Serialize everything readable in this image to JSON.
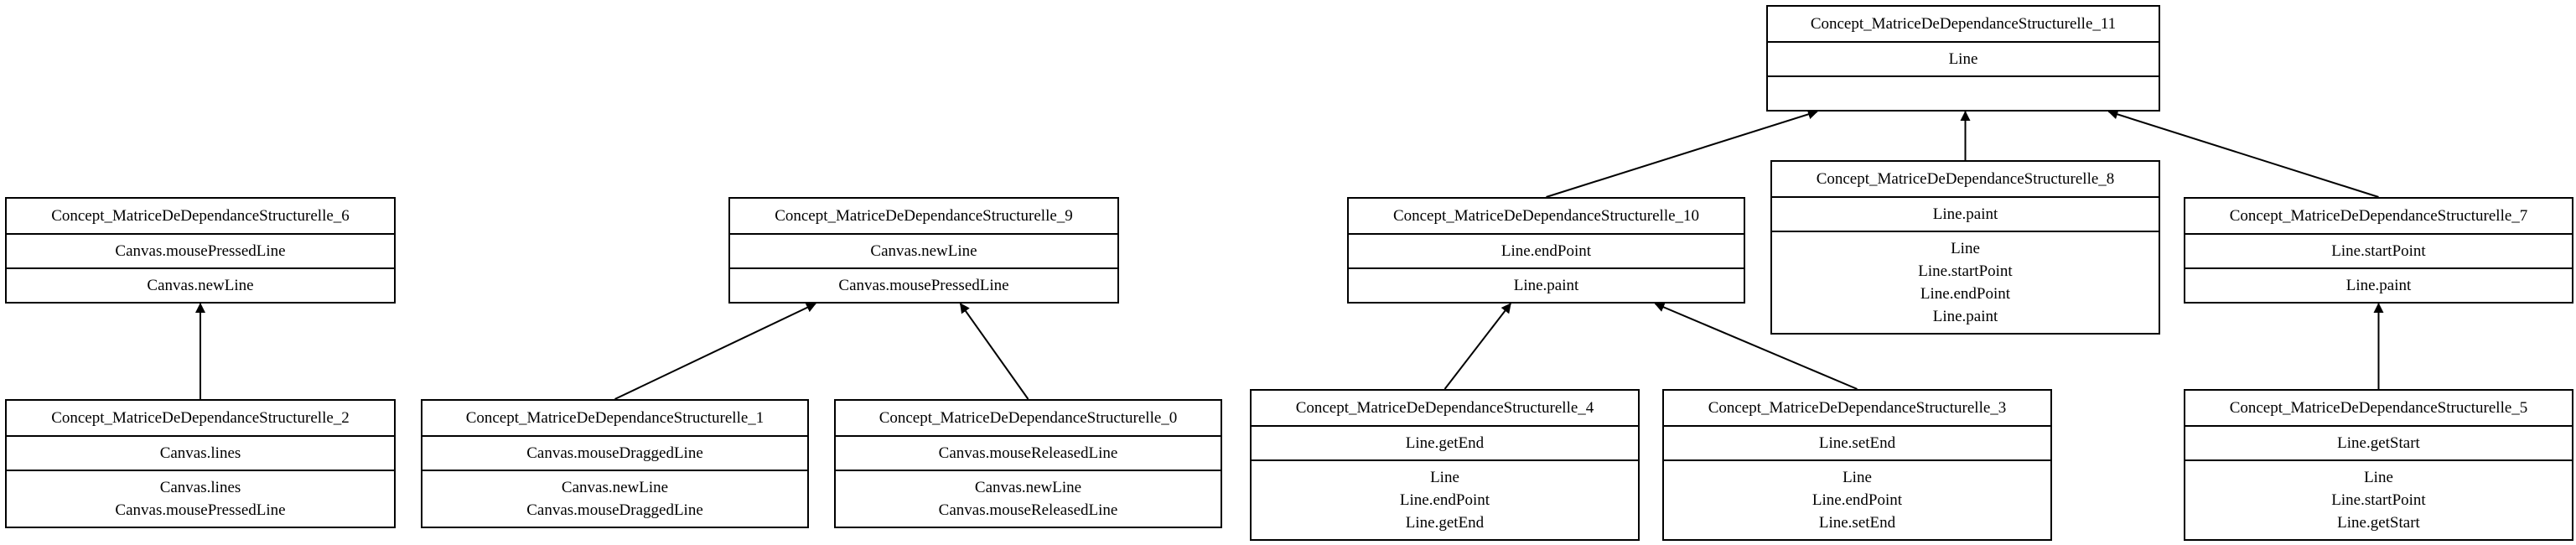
{
  "nodes": [
    {
      "id": "n11",
      "title": "Concept_MatriceDeDependanceStructurelle_11",
      "middle": [
        "Line"
      ],
      "bottom": []
    },
    {
      "id": "n6",
      "title": "Concept_MatriceDeDependanceStructurelle_6",
      "middle": [
        "Canvas.mousePressedLine"
      ],
      "bottom": [
        "Canvas.newLine"
      ]
    },
    {
      "id": "n9",
      "title": "Concept_MatriceDeDependanceStructurelle_9",
      "middle": [
        "Canvas.newLine"
      ],
      "bottom": [
        "Canvas.mousePressedLine"
      ]
    },
    {
      "id": "n10",
      "title": "Concept_MatriceDeDependanceStructurelle_10",
      "middle": [
        "Line.endPoint"
      ],
      "bottom": [
        "Line.paint"
      ]
    },
    {
      "id": "n8",
      "title": "Concept_MatriceDeDependanceStructurelle_8",
      "middle": [
        "Line.paint"
      ],
      "bottom": [
        "Line",
        "Line.startPoint",
        "Line.endPoint",
        "Line.paint"
      ]
    },
    {
      "id": "n7",
      "title": "Concept_MatriceDeDependanceStructurelle_7",
      "middle": [
        "Line.startPoint"
      ],
      "bottom": [
        "Line.paint"
      ]
    },
    {
      "id": "n2",
      "title": "Concept_MatriceDeDependanceStructurelle_2",
      "middle": [
        "Canvas.lines"
      ],
      "bottom": [
        "Canvas.lines",
        "Canvas.mousePressedLine"
      ]
    },
    {
      "id": "n1",
      "title": "Concept_MatriceDeDependanceStructurelle_1",
      "middle": [
        "Canvas.mouseDraggedLine"
      ],
      "bottom": [
        "Canvas.newLine",
        "Canvas.mouseDraggedLine"
      ]
    },
    {
      "id": "n0",
      "title": "Concept_MatriceDeDependanceStructurelle_0",
      "middle": [
        "Canvas.mouseReleasedLine"
      ],
      "bottom": [
        "Canvas.newLine",
        "Canvas.mouseReleasedLine"
      ]
    },
    {
      "id": "n4",
      "title": "Concept_MatriceDeDependanceStructurelle_4",
      "middle": [
        "Line.getEnd"
      ],
      "bottom": [
        "Line",
        "Line.endPoint",
        "Line.getEnd"
      ]
    },
    {
      "id": "n3",
      "title": "Concept_MatriceDeDependanceStructurelle_3",
      "middle": [
        "Line.setEnd"
      ],
      "bottom": [
        "Line",
        "Line.endPoint",
        "Line.setEnd"
      ]
    },
    {
      "id": "n5",
      "title": "Concept_MatriceDeDependanceStructurelle_5",
      "middle": [
        "Line.getStart"
      ],
      "bottom": [
        "Line",
        "Line.startPoint",
        "Line.getStart"
      ]
    }
  ],
  "edges": [
    {
      "from": "n10",
      "to": "n11"
    },
    {
      "from": "n8",
      "to": "n11"
    },
    {
      "from": "n7",
      "to": "n11"
    },
    {
      "from": "n2",
      "to": "n6"
    },
    {
      "from": "n1",
      "to": "n9"
    },
    {
      "from": "n0",
      "to": "n9"
    },
    {
      "from": "n4",
      "to": "n10"
    },
    {
      "from": "n3",
      "to": "n10"
    },
    {
      "from": "n5",
      "to": "n7"
    }
  ]
}
